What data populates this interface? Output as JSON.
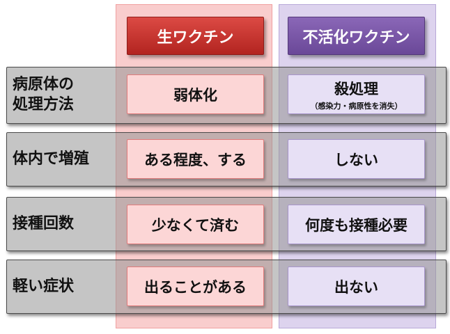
{
  "headers": {
    "live": "生ワクチン",
    "inactivated": "不活化ワクチン"
  },
  "rows": [
    {
      "label": "病原体の\n処理方法",
      "live": "弱体化",
      "inactivated": "殺処理",
      "inactivated_note": "（感染力・病原性を消失）"
    },
    {
      "label": "体内で増殖",
      "live": "ある程度、する",
      "inactivated": "しない"
    },
    {
      "label": "接種回数",
      "live": "少なくて済む",
      "inactivated": "何度も接種必要"
    },
    {
      "label": "軽い症状",
      "live": "出ることがある",
      "inactivated": "出ない"
    }
  ],
  "colors": {
    "live_header": "#c0302b",
    "inactivated_header": "#7756a5",
    "live_column": "#f9cdcd",
    "inactivated_column": "#ddd3ee",
    "row_band": "#969696"
  }
}
